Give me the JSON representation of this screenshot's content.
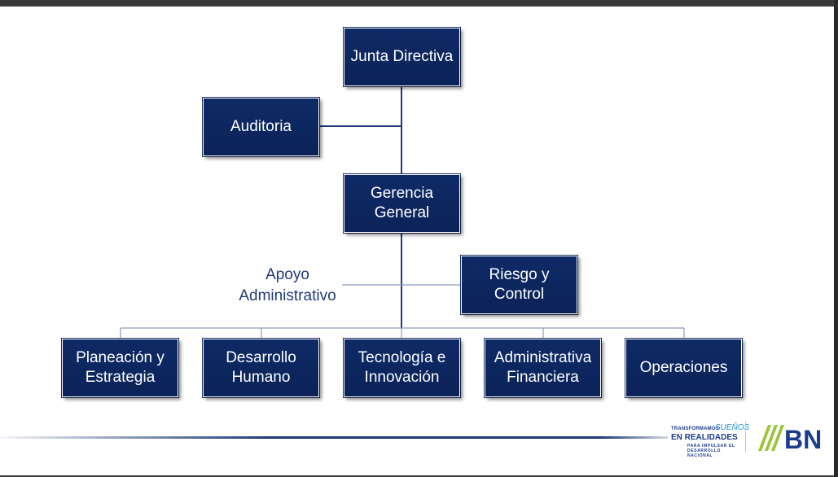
{
  "nodes": {
    "junta": "Junta Directiva",
    "auditoria": "Auditoria",
    "gerencia": "Gerencia\nGeneral",
    "apoyo": "Apoyo\nAdministrativo",
    "riesgo": "Riesgo y\nControl",
    "planeacion": "Planeación y\nEstrategia",
    "desarrollo": "Desarrollo\nHumano",
    "tecnologia": "Tecnología e\nInnovación",
    "administrativa": "Administrativa\nFinanciera",
    "operaciones": "Operaciones"
  },
  "branding": {
    "tagline_line1": "TRANSFORMAMOS",
    "tagline_accent": "SUEÑOS",
    "tagline_line2": "EN REALIDADES",
    "tagline_line3": "PARA IMPULSAR EL\nDESARROLLO NACIONAL",
    "logo_text": "BN",
    "brand_blue": "#1b3c8c",
    "brand_green": "#9bc43a"
  },
  "colors": {
    "box_fill": "#0e2a66",
    "connector": "#1f3a78",
    "connector_light": "#8a9bbf"
  }
}
